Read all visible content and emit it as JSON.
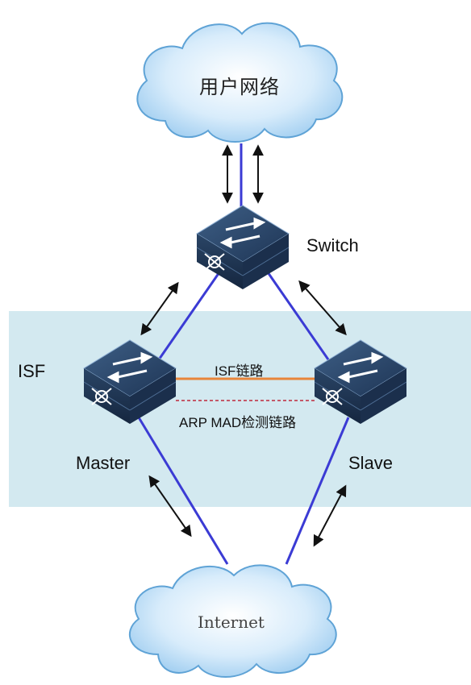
{
  "clouds": {
    "top_label": "用户网络",
    "bottom_label": "Internet"
  },
  "devices": {
    "switch_label": "Switch",
    "master_label": "Master",
    "slave_label": "Slave"
  },
  "isf_region": {
    "label": "ISF",
    "color": "#d3e9f0"
  },
  "links": {
    "isf_link_label": "ISF链路",
    "isf_link_color": "#e8853a",
    "arp_mad_label": "ARP MAD检测链路",
    "arp_mad_color": "#c0283a",
    "uplink_color": "#3b3bd4"
  }
}
